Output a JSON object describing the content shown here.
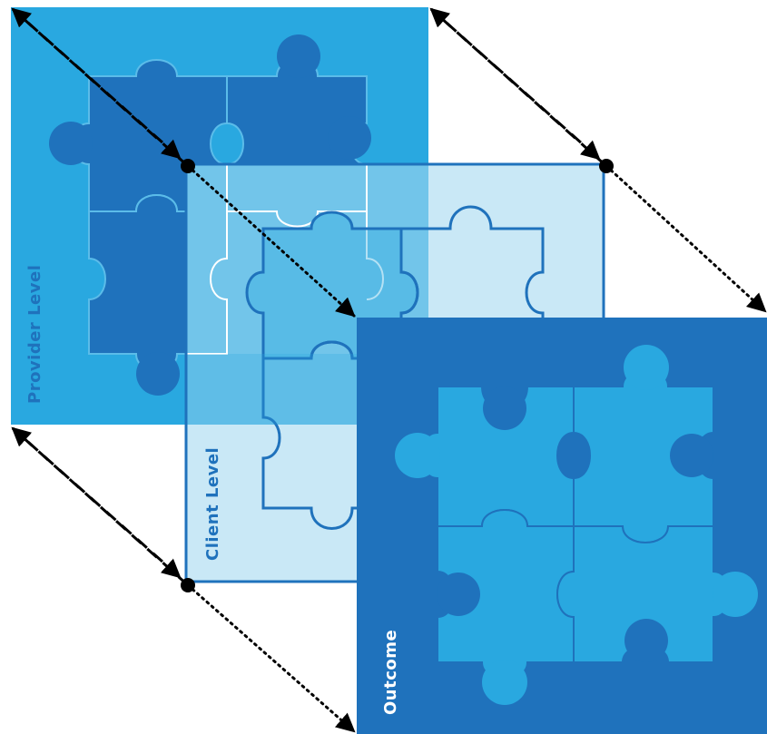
{
  "panels": {
    "provider": {
      "label": "Provider Level"
    },
    "client": {
      "label": "Client Level"
    },
    "outcome": {
      "label": "Outcome"
    }
  },
  "colors": {
    "provider_bg": "#29a8e0",
    "provider_piece": "#1f72bc",
    "provider_outline": "#5bbce9",
    "provider_label": "#1f72bc",
    "client_bg": "#c9e8f6",
    "client_border": "#1f72bc",
    "client_label": "#1f72bc",
    "outcome_bg": "#1f72bc",
    "outcome_piece": "#29a8e0",
    "outcome_label": "#ffffff",
    "connector": "#000000",
    "white_outline": "#ffffff"
  },
  "icons": {
    "connector_dot": "black-dot",
    "arrowhead": "arrowhead-icon"
  }
}
